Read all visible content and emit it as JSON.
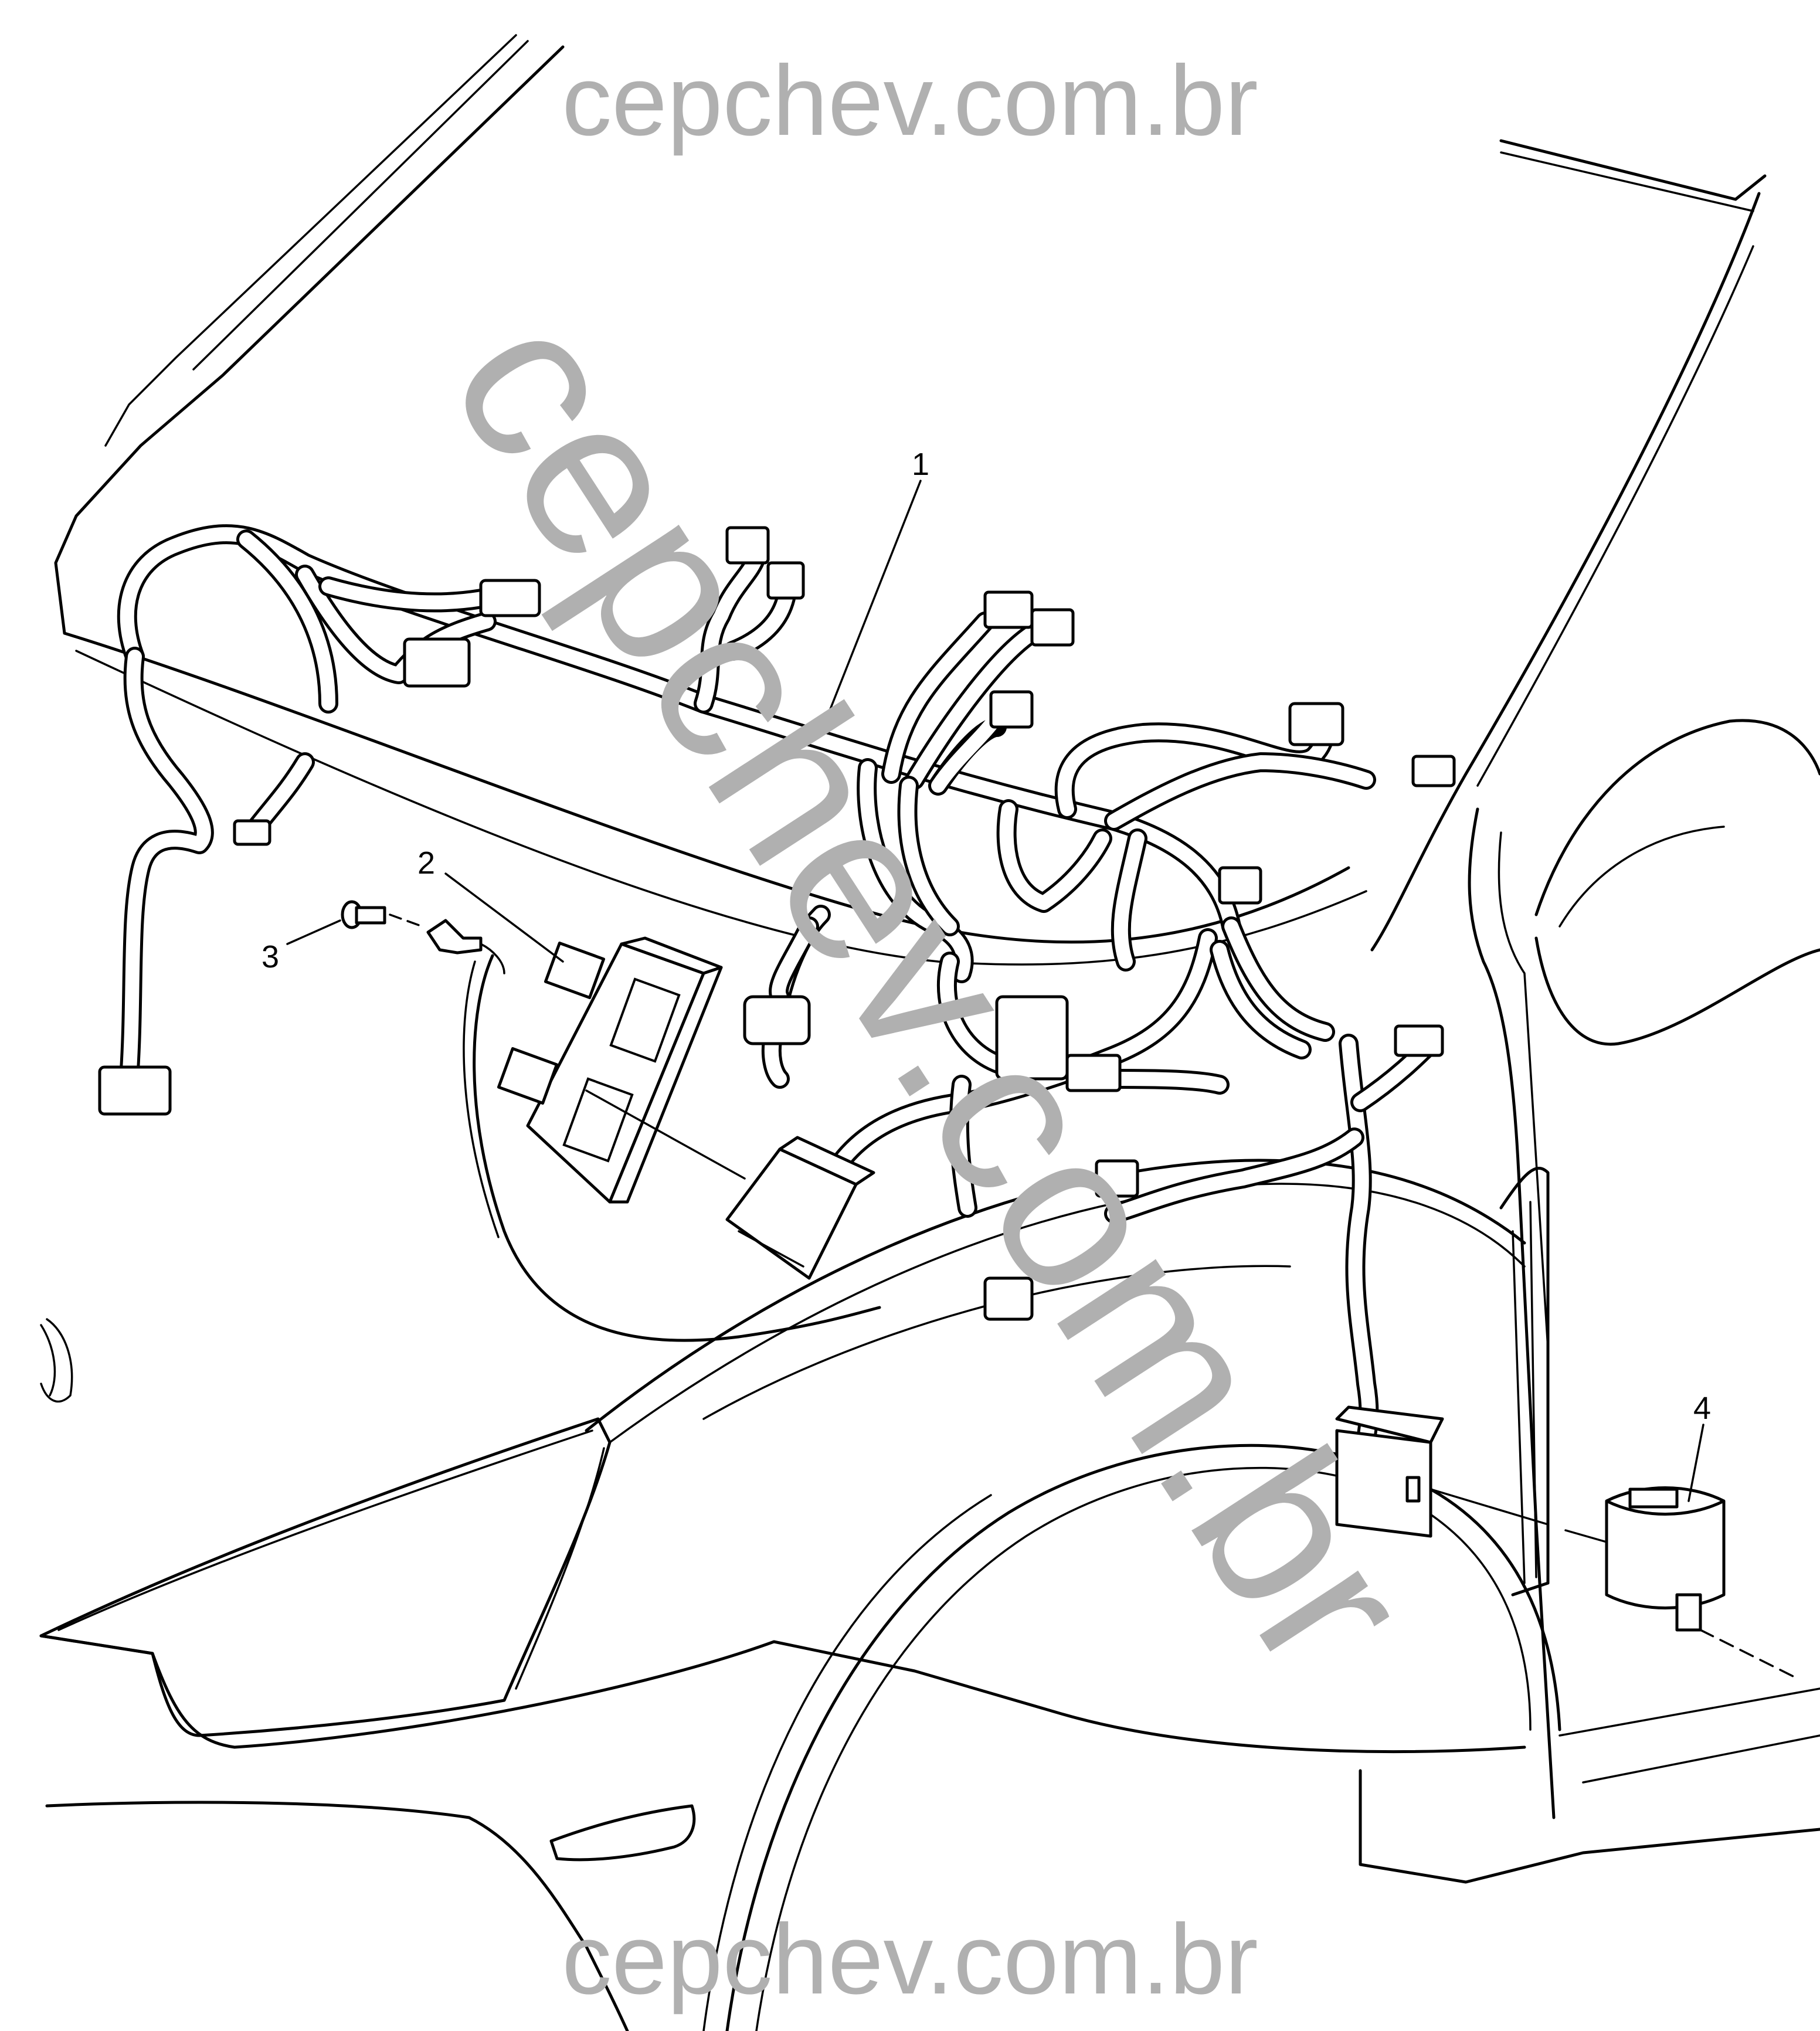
{
  "watermark": {
    "top": "cepchev.com.br",
    "bottom": "cepchev.com.br",
    "diagonal": "cepchev.com.br"
  },
  "callouts": [
    {
      "id": "1",
      "label": "1"
    },
    {
      "id": "2",
      "label": "2"
    },
    {
      "id": "3",
      "label": "3"
    },
    {
      "id": "4",
      "label": "4"
    }
  ]
}
